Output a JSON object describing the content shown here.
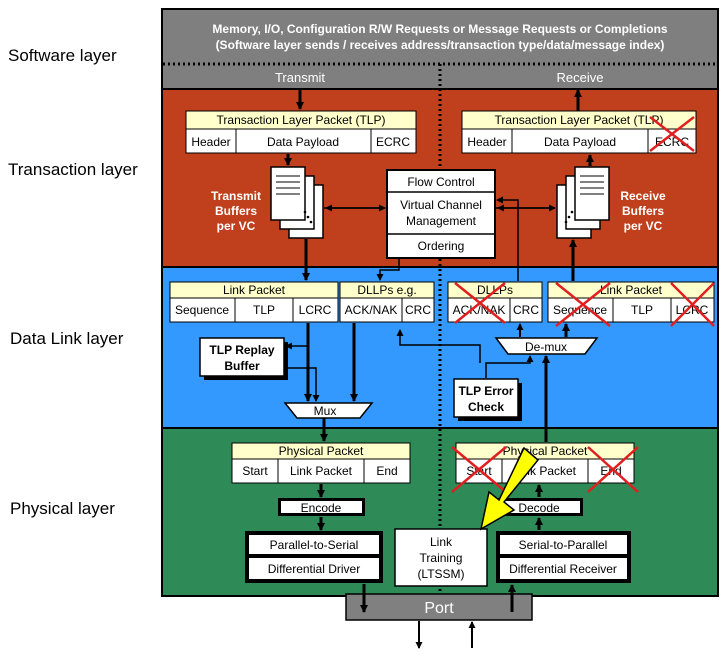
{
  "layers": {
    "software": "Software layer",
    "transaction": "Transaction layer",
    "data_link": "Data Link layer",
    "physical": "Physical layer"
  },
  "software_block": {
    "line1": "Memory, I/O, Configuration R/W Requests or Message Requests or Completions",
    "line2": "(Software layer sends / receives address/transaction type/data/message index)"
  },
  "directions": {
    "transmit": "Transmit",
    "receive": "Receive"
  },
  "tlp": {
    "title": "Transaction Layer Packet (TLP)",
    "header": "Header",
    "payload": "Data Payload",
    "ecrc": "ECRC"
  },
  "buffers": {
    "transmit": [
      "Transmit",
      "Buffers",
      "per VC"
    ],
    "receive": [
      "Receive",
      "Buffers",
      "per VC"
    ]
  },
  "flow": {
    "flow_control": "Flow Control",
    "vcm1": "Virtual Channel",
    "vcm2": "Management",
    "ordering": "Ordering"
  },
  "link_packet": {
    "title": "Link Packet",
    "sequence": "Sequence",
    "tlp": "TLP",
    "lcrc": "LCRC"
  },
  "dllp": {
    "tx_title": "DLLPs e.g.",
    "rx_title": "DLLPs",
    "acknak": "ACK/NAK",
    "crc": "CRC"
  },
  "replay": {
    "line1": "TLP Replay",
    "line2": "Buffer"
  },
  "mux": "Mux",
  "demux": "De-mux",
  "tlp_error": {
    "line1": "TLP Error",
    "line2": "Check"
  },
  "physical_packet": {
    "title": "Physical Packet",
    "start": "Start",
    "link_packet": "Link Packet",
    "end": "End"
  },
  "encode": "Encode",
  "decode": "Decode",
  "p2s": "Parallel-to-Serial",
  "diff_driver": "Differential Driver",
  "s2p": "Serial-to-Parallel",
  "diff_receiver": "Differential Receiver",
  "link_training": {
    "line1": "Link",
    "line2": "Training",
    "line3": "(LTSSM)"
  },
  "port": "Port",
  "colors": {
    "software": "#7f7f7f",
    "transaction": "#c0401e",
    "data_link": "#3399ff",
    "physical": "#2e8b57",
    "header_bar": "#ffffcc",
    "port": "#808080",
    "cross": "#e02020",
    "highlight_arrow": "#ffff00"
  }
}
